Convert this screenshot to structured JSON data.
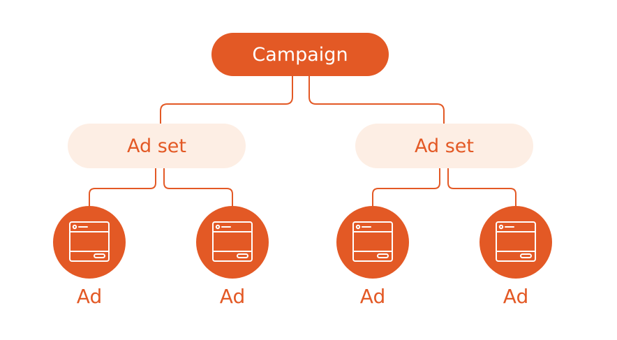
{
  "campaign": {
    "label": "Campaign"
  },
  "ad_sets": [
    {
      "label": "Ad set",
      "ads": [
        {
          "label": "Ad",
          "icon": "ad-window-icon"
        },
        {
          "label": "Ad",
          "icon": "ad-window-icon"
        }
      ]
    },
    {
      "label": "Ad set",
      "ads": [
        {
          "label": "Ad",
          "icon": "ad-window-icon"
        },
        {
          "label": "Ad",
          "icon": "ad-window-icon"
        }
      ]
    }
  ],
  "colors": {
    "accent": "#E35925",
    "adset_fill": "#FDEEE4",
    "icon_stroke": "#FFFFFF",
    "background": "#FFFFFF"
  }
}
